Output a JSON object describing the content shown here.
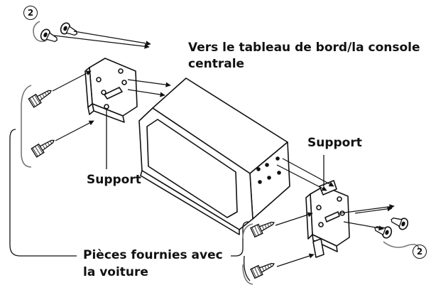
{
  "labels": {
    "destination_line1": "Vers le tableau de bord/la console",
    "destination_line2": "centrale",
    "support_left": "Support",
    "support_right": "Support",
    "parts_line1": "Pièces fournies avec",
    "parts_line2": "la voiture",
    "callout_top": "2",
    "callout_bottom": "2"
  },
  "colors": {
    "ink": "#111111",
    "fill": "#ffffff"
  },
  "icons": [
    "screw-icon",
    "bracket-icon",
    "head-unit-icon",
    "arrow-icon"
  ]
}
